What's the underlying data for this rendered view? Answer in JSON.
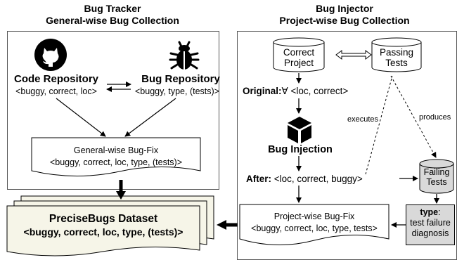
{
  "tracker": {
    "title_line1": "Bug Tracker",
    "title_line2": "General-wise Bug Collection",
    "code_repo_label": "Code Repository",
    "code_repo_tuple": "<buggy, correct, loc>",
    "bug_repo_label": "Bug Repository",
    "bug_repo_tuple": "<buggy, type, (tests)>",
    "fix_line1": "General-wise Bug-Fix",
    "fix_line2": "<buggy, correct, loc, type, (tests)>"
  },
  "dataset": {
    "line1": "PreciseBugs Dataset",
    "line2": "<buggy, correct, loc, type, (tests)>"
  },
  "injector": {
    "title_line1": "Bug Injector",
    "title_line2": "Project-wise Bug Collection",
    "correct_line1": "Correct",
    "correct_line2": "Project",
    "passing_line1": "Passing",
    "passing_line2": "Tests",
    "original_label": "Original:",
    "original_rest": "∀ <loc, correct>",
    "bug_injection": "Bug Injection",
    "after_label": "After:",
    "after_rest": " <loc, correct, buggy>",
    "executes": "executes",
    "produces": "produces",
    "failing_line1": "Failing",
    "failing_line2": "Tests",
    "type_label": "type",
    "type_colon": ":",
    "type_line2": "test failure",
    "type_line3": "diagnosis",
    "fix_line1": "Project-wise Bug-Fix",
    "fix_line2": "<buggy, correct, loc, type, tests>"
  }
}
